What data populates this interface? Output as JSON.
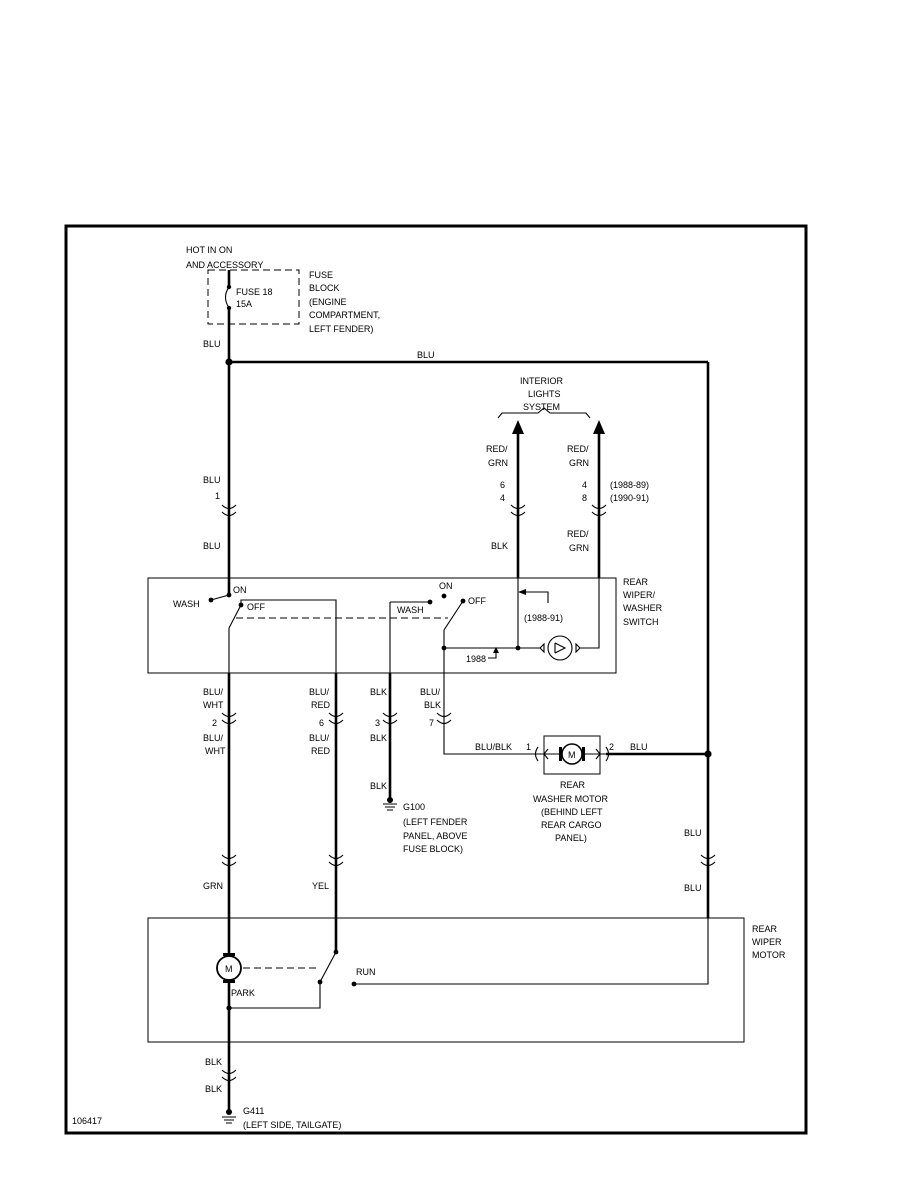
{
  "diagram_id": "106417",
  "power": {
    "hot_label_1": "HOT IN ON",
    "hot_label_2": "AND ACCESSORY",
    "fuse_1": "FUSE 18",
    "fuse_2": "15A",
    "fuse_block_lines": [
      "FUSE",
      "BLOCK",
      "(ENGINE",
      "COMPARTMENT,",
      "LEFT FENDER)"
    ]
  },
  "wires": {
    "blu": "BLU",
    "blu_wht_1": "BLU/",
    "blu_wht_2": "WHT",
    "blu_red_1": "BLU/",
    "blu_red_2": "RED",
    "blk": "BLK",
    "blu_blk_1": "BLU/",
    "blu_blk_2": "BLK",
    "blu_blk": "BLU/BLK",
    "red_grn_1": "RED/",
    "red_grn_2": "GRN",
    "grn": "GRN",
    "yel": "YEL"
  },
  "connectors": {
    "c1": "1",
    "c2": "2",
    "c3": "3",
    "c6": "6",
    "c7": "7",
    "il_a": "6",
    "il_b": "4",
    "il_c": "4",
    "il_d": "8",
    "year_a": "(1988-89)",
    "year_b": "(1990-91)",
    "pump_1": "1",
    "pump_2": "2"
  },
  "interior_lights": [
    "INTERIOR",
    "LIGHTS",
    "SYSTEM"
  ],
  "switch": {
    "name_lines": [
      "REAR",
      "WIPER/",
      "WASHER",
      "SWITCH"
    ],
    "on": "ON",
    "off": "OFF",
    "wash": "WASH",
    "year_1988_91": "(1988-91)",
    "year_1988": "1988"
  },
  "washer_motor": {
    "lines": [
      "REAR",
      "WASHER MOTOR",
      "(BEHIND LEFT",
      "REAR CARGO",
      "PANEL)"
    ],
    "symbol": "M"
  },
  "ground_g100": {
    "name": "G100",
    "lines": [
      "(LEFT FENDER",
      "PANEL, ABOVE",
      "FUSE BLOCK)"
    ]
  },
  "wiper_motor": {
    "name_lines": [
      "REAR",
      "WIPER",
      "MOTOR"
    ],
    "park": "PARK",
    "run": "RUN",
    "symbol": "M"
  },
  "ground_g411": {
    "name": "G411",
    "location": "(LEFT SIDE, TAILGATE)"
  }
}
